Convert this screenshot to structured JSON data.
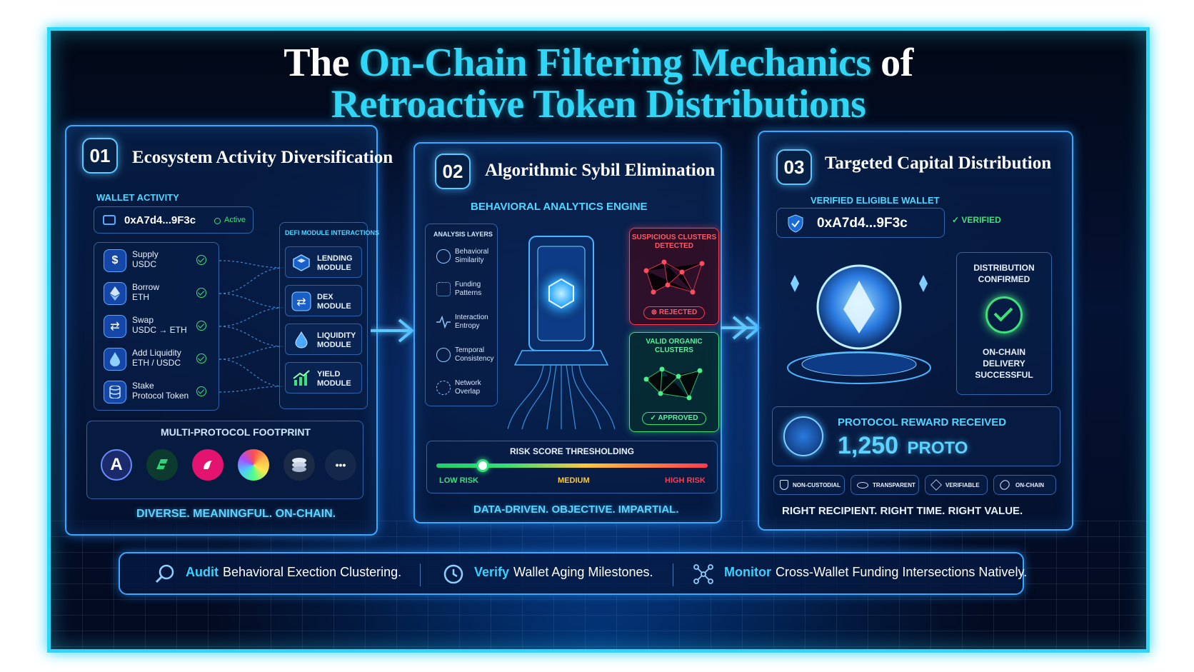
{
  "title": {
    "line1_pre": "The ",
    "line1_accent": "On-Chain Filtering Mechanics",
    "line1_post": " of",
    "line2": "Retroactive Token Distributions"
  },
  "panel1": {
    "number": "01",
    "title": "Ecosystem Activity Diversification",
    "wallet_activity_label": "WALLET ACTIVITY",
    "wallet_address": "0xA7d4...9F3c",
    "wallet_status": "Active",
    "activities": [
      {
        "line1": "Supply",
        "line2": "USDC",
        "icon": "dollar-icon"
      },
      {
        "line1": "Borrow",
        "line2": "ETH",
        "icon": "ethereum-icon"
      },
      {
        "line1": "Swap",
        "line2": "USDC → ETH",
        "icon": "swap-icon"
      },
      {
        "line1": "Add Liquidity",
        "line2": "ETH / USDC",
        "icon": "droplet-icon"
      },
      {
        "line1": "Stake",
        "line2": "Protocol Token",
        "icon": "database-icon"
      }
    ],
    "modules_label": "DEFI MODULE INTERACTIONS",
    "modules": [
      {
        "line1": "LENDING",
        "line2": "MODULE",
        "icon": "layers-icon"
      },
      {
        "line1": "DEX",
        "line2": "MODULE",
        "icon": "swap-icon"
      },
      {
        "line1": "LIQUIDITY",
        "line2": "MODULE",
        "icon": "droplet-icon"
      },
      {
        "line1": "YIELD",
        "line2": "MODULE",
        "icon": "chart-up-icon"
      }
    ],
    "footprint_label": "MULTI-PROTOCOL FOOTPRINT",
    "protocol_logos": [
      "aave-logo",
      "curve-logo",
      "uniswap-logo",
      "rainbow-logo",
      "stack-logo",
      "more-icon"
    ],
    "more_glyph": "•••",
    "aave_glyph": "A",
    "tagline": "DIVERSE. MEANINGFUL. ON-CHAIN."
  },
  "panel2": {
    "number": "02",
    "title": "Algorithmic Sybil Elimination",
    "engine_label": "BEHAVIORAL ANALYTICS ENGINE",
    "layers_label": "ANALYSIS LAYERS",
    "layers": [
      {
        "line1": "Behavioral",
        "line2": "Similarity",
        "icon": "fingerprint-icon"
      },
      {
        "line1": "Funding",
        "line2": "Patterns",
        "icon": "network-icon"
      },
      {
        "line1": "Interaction",
        "line2": "Entropy",
        "icon": "pulse-icon"
      },
      {
        "line1": "Temporal",
        "line2": "Consistency",
        "icon": "clock-icon"
      },
      {
        "line1": "Network",
        "line2": "Overlap",
        "icon": "cluster-icon"
      }
    ],
    "suspicious_label_1": "SUSPICIOUS CLUSTERS",
    "suspicious_label_2": "DETECTED",
    "rejected_label": "REJECTED",
    "valid_label_1": "VALID ORGANIC",
    "valid_label_2": "CLUSTERS",
    "approved_label": "APPROVED",
    "risk_label": "RISK SCORE THRESHOLDING",
    "risk_low": "LOW RISK",
    "risk_medium": "MEDIUM",
    "risk_high": "HIGH RISK",
    "risk_level": 0.17,
    "tagline": "DATA-DRIVEN. OBJECTIVE. IMPARTIAL."
  },
  "panel3": {
    "number": "03",
    "title": "Targeted Capital Distribution",
    "verified_label": "VERIFIED ELIGIBLE WALLET",
    "wallet_address": "0xA7d4...9F3c",
    "verified_badge": "VERIFIED",
    "distribution_1": "DISTRIBUTION",
    "distribution_2": "CONFIRMED",
    "delivery_1": "ON-CHAIN",
    "delivery_2": "DELIVERY",
    "delivery_3": "SUCCESSFUL",
    "reward_label": "PROTOCOL REWARD RECEIVED",
    "reward_amount": "1,250",
    "reward_unit": "PROTO",
    "pills": [
      {
        "label": "NON-CUSTODIAL",
        "icon": "shield-icon"
      },
      {
        "label": "TRANSPARENT",
        "icon": "eye-icon"
      },
      {
        "label": "VERIFIABLE",
        "icon": "cube-icon"
      },
      {
        "label": "ON-CHAIN",
        "icon": "link-icon"
      }
    ],
    "tagline": "RIGHT RECIPIENT. RIGHT TIME. RIGHT VALUE."
  },
  "bottom_bar": [
    {
      "keyword": "Audit",
      "text": "Behavioral Exection Clustering.",
      "icon": "search-icon"
    },
    {
      "keyword": "Verify",
      "text": "Wallet Aging Milestones.",
      "icon": "clock-icon"
    },
    {
      "keyword": "Monitor",
      "text": "Cross-Wallet Funding Intersections Natively.",
      "icon": "network-icon"
    }
  ],
  "colors": {
    "frame": "#2fd6f5",
    "accent": "#2fd6f5",
    "panel_border": "#3aa8ff",
    "success": "#3ee07a",
    "danger": "#ff3b4e",
    "warning": "#ffc83a"
  }
}
